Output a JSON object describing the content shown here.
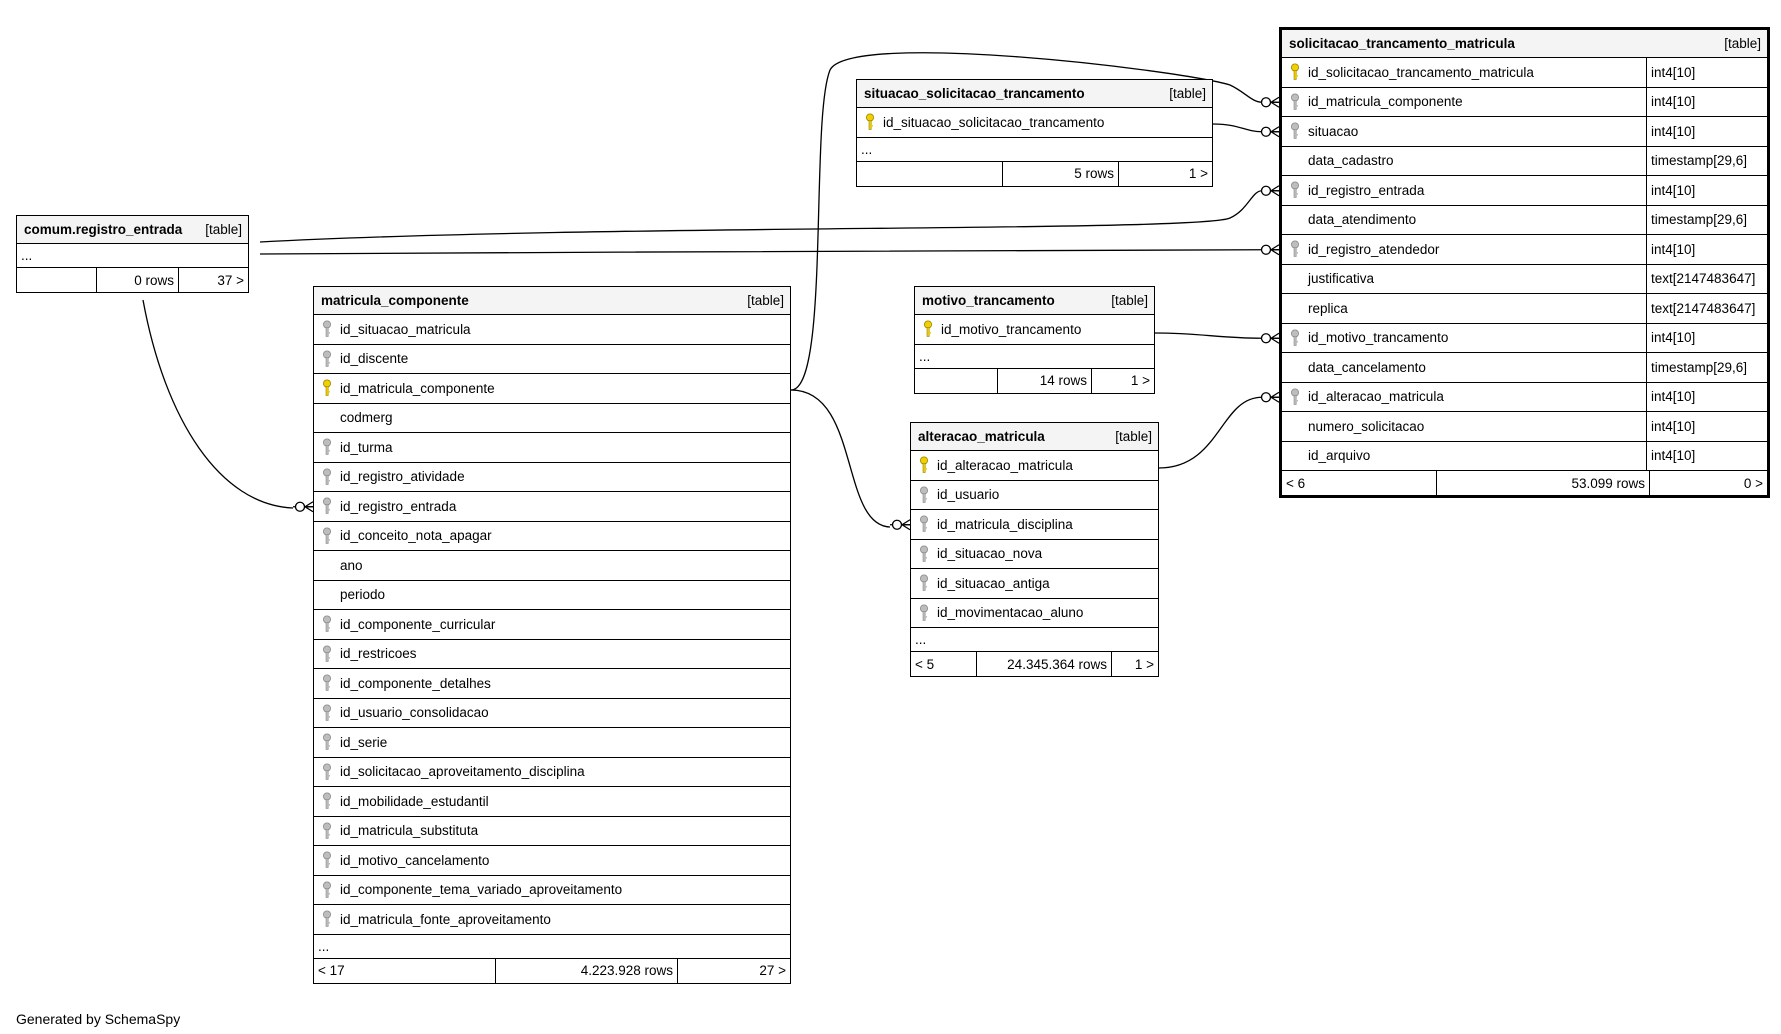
{
  "footer_text": "Generated by SchemaSpy",
  "colors": {
    "primary_key": "#f2d000",
    "foreign_key": "#bdbdbd",
    "header_bg": "#f4f4f4",
    "line": "#000000"
  },
  "tables": {
    "registro_entrada": {
      "name": "comum.registro_entrada",
      "type": "[table]",
      "columns": [],
      "ellipsis": "...",
      "footer": {
        "parents": "",
        "rows": "0 rows",
        "children": "37 >"
      }
    },
    "matricula_componente": {
      "name": "matricula_componente",
      "type": "[table]",
      "columns": [
        {
          "name": "id_situacao_matricula",
          "key": "fk"
        },
        {
          "name": "id_discente",
          "key": "fk"
        },
        {
          "name": "id_matricula_componente",
          "key": "pk"
        },
        {
          "name": "codmerg",
          "key": "none"
        },
        {
          "name": "id_turma",
          "key": "fk"
        },
        {
          "name": "id_registro_atividade",
          "key": "fk"
        },
        {
          "name": "id_registro_entrada",
          "key": "fk"
        },
        {
          "name": "id_conceito_nota_apagar",
          "key": "fk"
        },
        {
          "name": "ano",
          "key": "none"
        },
        {
          "name": "periodo",
          "key": "none"
        },
        {
          "name": "id_componente_curricular",
          "key": "fk"
        },
        {
          "name": "id_restricoes",
          "key": "fk"
        },
        {
          "name": "id_componente_detalhes",
          "key": "fk"
        },
        {
          "name": "id_usuario_consolidacao",
          "key": "fk"
        },
        {
          "name": "id_serie",
          "key": "fk"
        },
        {
          "name": "id_solicitacao_aproveitamento_disciplina",
          "key": "fk"
        },
        {
          "name": "id_mobilidade_estudantil",
          "key": "fk"
        },
        {
          "name": "id_matricula_substituta",
          "key": "fk"
        },
        {
          "name": "id_motivo_cancelamento",
          "key": "fk"
        },
        {
          "name": "id_componente_tema_variado_aproveitamento",
          "key": "fk"
        },
        {
          "name": "id_matricula_fonte_aproveitamento",
          "key": "fk"
        }
      ],
      "ellipsis": "...",
      "footer": {
        "parents": "< 17",
        "rows": "4.223.928 rows",
        "children": "27 >"
      }
    },
    "situacao_solicitacao_trancamento": {
      "name": "situacao_solicitacao_trancamento",
      "type": "[table]",
      "columns": [
        {
          "name": "id_situacao_solicitacao_trancamento",
          "key": "pk"
        }
      ],
      "ellipsis": "...",
      "footer": {
        "parents": "",
        "rows": "5 rows",
        "children": "1 >"
      }
    },
    "motivo_trancamento": {
      "name": "motivo_trancamento",
      "type": "[table]",
      "columns": [
        {
          "name": "id_motivo_trancamento",
          "key": "pk"
        }
      ],
      "ellipsis": "...",
      "footer": {
        "parents": "",
        "rows": "14 rows",
        "children": "1 >"
      }
    },
    "alteracao_matricula": {
      "name": "alteracao_matricula",
      "type": "[table]",
      "columns": [
        {
          "name": "id_alteracao_matricula",
          "key": "pk"
        },
        {
          "name": "id_usuario",
          "key": "fk"
        },
        {
          "name": "id_matricula_disciplina",
          "key": "fk"
        },
        {
          "name": "id_situacao_nova",
          "key": "fk"
        },
        {
          "name": "id_situacao_antiga",
          "key": "fk"
        },
        {
          "name": "id_movimentacao_aluno",
          "key": "fk"
        }
      ],
      "ellipsis": "...",
      "footer": {
        "parents": "< 5",
        "rows": "24.345.364 rows",
        "children": "1 >"
      }
    },
    "solicitacao_trancamento_matricula": {
      "name": "solicitacao_trancamento_matricula",
      "type": "[table]",
      "columns": [
        {
          "name": "id_solicitacao_trancamento_matricula",
          "key": "pk",
          "type": "int4[10]"
        },
        {
          "name": "id_matricula_componente",
          "key": "fk",
          "type": "int4[10]"
        },
        {
          "name": "situacao",
          "key": "fk",
          "type": "int4[10]"
        },
        {
          "name": "data_cadastro",
          "key": "none",
          "type": "timestamp[29,6]"
        },
        {
          "name": "id_registro_entrada",
          "key": "fk",
          "type": "int4[10]"
        },
        {
          "name": "data_atendimento",
          "key": "none",
          "type": "timestamp[29,6]"
        },
        {
          "name": "id_registro_atendedor",
          "key": "fk",
          "type": "int4[10]"
        },
        {
          "name": "justificativa",
          "key": "none",
          "type": "text[2147483647]"
        },
        {
          "name": "replica",
          "key": "none",
          "type": "text[2147483647]"
        },
        {
          "name": "id_motivo_trancamento",
          "key": "fk",
          "type": "int4[10]"
        },
        {
          "name": "data_cancelamento",
          "key": "none",
          "type": "timestamp[29,6]"
        },
        {
          "name": "id_alteracao_matricula",
          "key": "fk",
          "type": "int4[10]"
        },
        {
          "name": "numero_solicitacao",
          "key": "none",
          "type": "int4[10]"
        },
        {
          "name": "id_arquivo",
          "key": "none",
          "type": "int4[10]"
        }
      ],
      "footer": {
        "parents": "< 6",
        "rows": "53.099 rows",
        "children": "0 >"
      }
    }
  }
}
